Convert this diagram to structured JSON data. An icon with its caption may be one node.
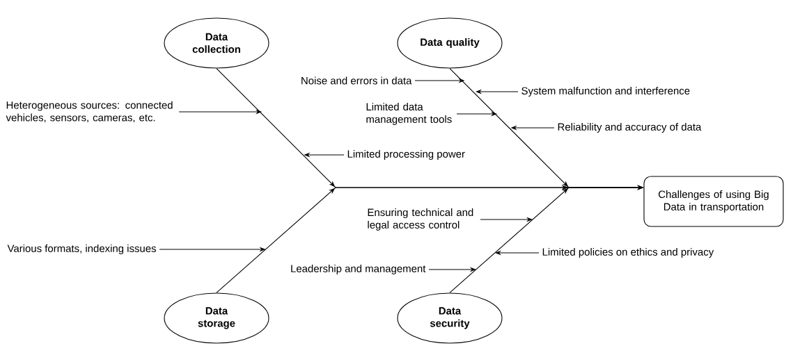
{
  "diagram": {
    "nodes": [
      {
        "text": [
          "Data collection"
        ]
      },
      {
        "text": [
          "Data quality"
        ]
      },
      {
        "text": [
          "Heterogeneous sources: connected vehicles, sensors, cameras, etc."
        ]
      },
      {
        "text": [
          "Noise and errors in data"
        ]
      },
      {
        "text": [
          "System malfunction and interference"
        ]
      },
      {
        "text": [
          "Limited data management tools"
        ]
      },
      {
        "text": [
          "Reliability and accuracy of data"
        ]
      },
      {
        "text": [
          "Limited processing power"
        ]
      },
      {
        "text": [
          "Challenges of using Big Data in transportation"
        ]
      },
      {
        "text": [
          "Ensuring technical and legal access control"
        ]
      },
      {
        "text": [
          "Various formats, indexing issues"
        ]
      },
      {
        "text": [
          "Limited policies on ethics and privacy"
        ]
      },
      {
        "text": [
          "Leadership and management"
        ]
      },
      {
        "text": [
          "Data storage"
        ]
      },
      {
        "text": [
          "Data security"
        ]
      }
    ],
    "edges": [
      {
        "from": 0,
        "to": 8,
        "arrow": "to"
      },
      {
        "from": 13,
        "to": 8,
        "arrow": "to"
      },
      {
        "from": 1,
        "to": 8,
        "arrow": "to"
      },
      {
        "from": 14,
        "to": 8,
        "arrow": "to"
      },
      {
        "from": 2,
        "to": null,
        "arrow": "to"
      },
      {
        "from": 3,
        "to": null,
        "arrow": "to"
      },
      {
        "from": 4,
        "to": null,
        "arrow": "to"
      },
      {
        "from": 5,
        "to": null,
        "arrow": "to"
      },
      {
        "from": 6,
        "to": null,
        "arrow": "to"
      },
      {
        "from": 7,
        "to": null,
        "arrow": "to"
      },
      {
        "from": 9,
        "to": null,
        "arrow": "to"
      },
      {
        "from": 10,
        "to": null,
        "arrow": "to"
      },
      {
        "from": 11,
        "to": null,
        "arrow": "to"
      },
      {
        "from": 12,
        "to": null,
        "arrow": "to"
      }
    ]
  }
}
